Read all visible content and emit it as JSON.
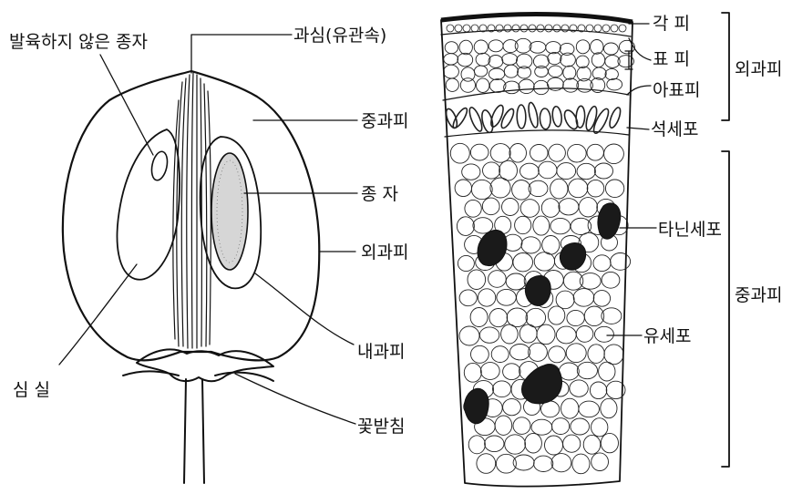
{
  "fruit_section": {
    "labels": {
      "undeveloped_seed": "발육하지 않은 종자",
      "carpel_bundle": "과심(유관속)",
      "mesocarp": "중과피",
      "seed": "종  자",
      "exocarp": "외과피",
      "endocarp": "내과피",
      "locule": "심  실",
      "receptacle": "꽃받침"
    }
  },
  "tissue_section": {
    "labels": {
      "cuticle": "각  피",
      "epidermis": "표  피",
      "hypodermis": "아표피",
      "stone_cell": "석세포",
      "tannin_cell": "타닌세포",
      "parenchyma_cell": "유세포"
    },
    "brackets": {
      "exocarp": "외과피",
      "mesocarp": "중과피"
    }
  },
  "colors": {
    "ink": "#111111",
    "background": "#ffffff"
  }
}
